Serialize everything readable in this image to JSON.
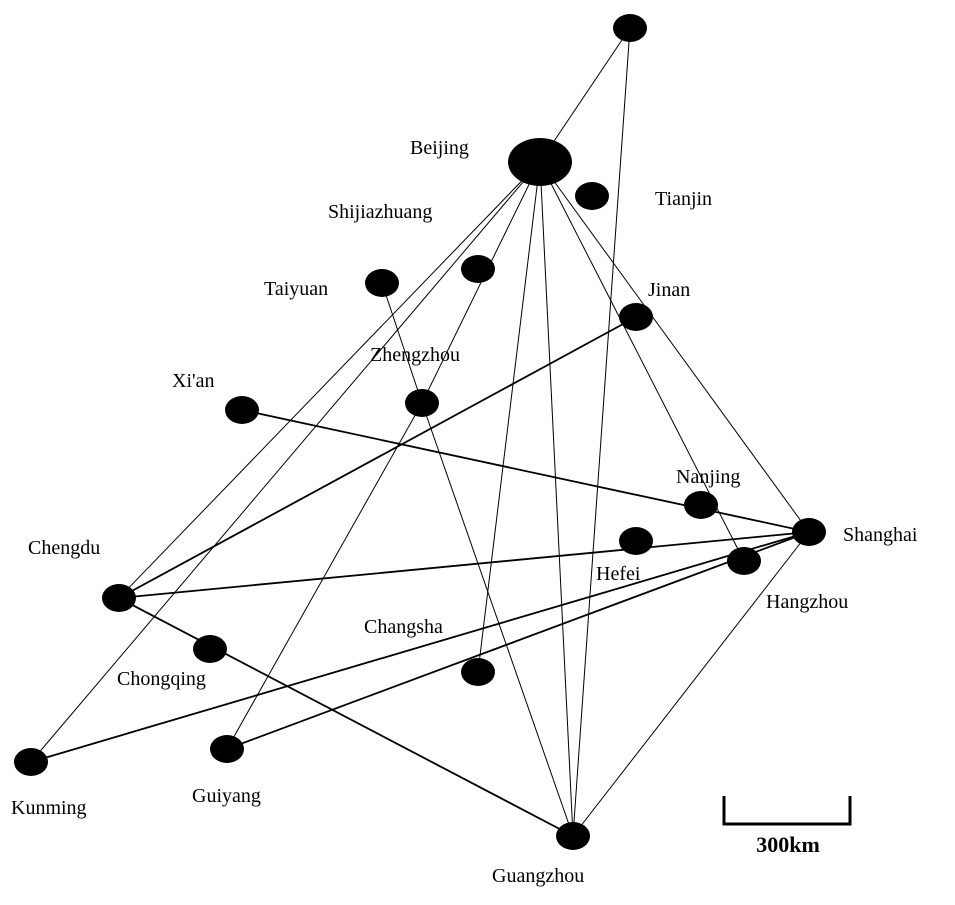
{
  "cities": [
    {
      "id": "harbin",
      "label": ""
    },
    {
      "id": "beijing",
      "label": "Beijing"
    },
    {
      "id": "tianjin",
      "label": "Tianjin"
    },
    {
      "id": "shijiazhuang",
      "label": "Shijiazhuang"
    },
    {
      "id": "taiyuan",
      "label": "Taiyuan"
    },
    {
      "id": "jinan",
      "label": "Jinan"
    },
    {
      "id": "zhengzhou",
      "label": "Zhengzhou"
    },
    {
      "id": "xian",
      "label": "Xi'an"
    },
    {
      "id": "nanjing",
      "label": "Nanjing"
    },
    {
      "id": "shanghai",
      "label": "Shanghai"
    },
    {
      "id": "hefei",
      "label": "Hefei"
    },
    {
      "id": "hangzhou",
      "label": "Hangzhou"
    },
    {
      "id": "chengdu",
      "label": "Chengdu"
    },
    {
      "id": "chongqing",
      "label": "Chongqing"
    },
    {
      "id": "changsha",
      "label": "Changsha"
    },
    {
      "id": "guiyang",
      "label": "Guiyang"
    },
    {
      "id": "kunming",
      "label": "Kunming"
    },
    {
      "id": "guangzhou",
      "label": "Guangzhou"
    }
  ],
  "links": [
    {
      "from": "beijing",
      "to": "harbin",
      "weight": "thin"
    },
    {
      "from": "harbin",
      "to": "guangzhou",
      "weight": "thin"
    },
    {
      "from": "beijing",
      "to": "chengdu",
      "weight": "thin"
    },
    {
      "from": "beijing",
      "to": "kunming",
      "weight": "thin"
    },
    {
      "from": "beijing",
      "to": "zhengzhou",
      "weight": "thin"
    },
    {
      "from": "beijing",
      "to": "changsha",
      "weight": "thin"
    },
    {
      "from": "beijing",
      "to": "guangzhou",
      "weight": "thin"
    },
    {
      "from": "beijing",
      "to": "hangzhou",
      "weight": "thin"
    },
    {
      "from": "beijing",
      "to": "shanghai",
      "weight": "thin"
    },
    {
      "from": "taiyuan",
      "to": "zhengzhou",
      "weight": "thin"
    },
    {
      "from": "zhengzhou",
      "to": "guangzhou",
      "weight": "thin"
    },
    {
      "from": "zhengzhou",
      "to": "guiyang",
      "weight": "thin"
    },
    {
      "from": "shanghai",
      "to": "guangzhou",
      "weight": "thin"
    },
    {
      "from": "jinan",
      "to": "chengdu",
      "weight": "thick"
    },
    {
      "from": "xian",
      "to": "shanghai",
      "weight": "thick"
    },
    {
      "from": "chengdu",
      "to": "shanghai",
      "weight": "thick"
    },
    {
      "from": "chengdu",
      "to": "guangzhou",
      "weight": "thick"
    },
    {
      "from": "kunming",
      "to": "shanghai",
      "weight": "thick"
    },
    {
      "from": "guiyang",
      "to": "shanghai",
      "weight": "thick"
    }
  ],
  "scale": {
    "label": "300km"
  }
}
